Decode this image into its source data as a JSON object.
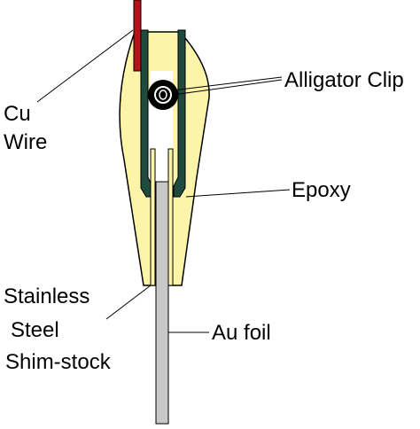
{
  "labels": {
    "cu_wire_line1": "Cu",
    "cu_wire_line2": "Wire",
    "alligator_clip": "Alligator Clip",
    "epoxy": "Epoxy",
    "stainless_line1": "Stainless",
    "stainless_line2": "Steel",
    "stainless_line3": "Shim-stock",
    "au_foil": "Au foil"
  },
  "colors": {
    "epoxy_fill": "#fbf4a9",
    "clip_arm": "#1f4a3e",
    "cu_wire": "#b3121b",
    "au_foil": "#c8c8c8",
    "shim_stock": "#fbf4a9",
    "outline": "#000000",
    "clip_body": "#000000"
  }
}
